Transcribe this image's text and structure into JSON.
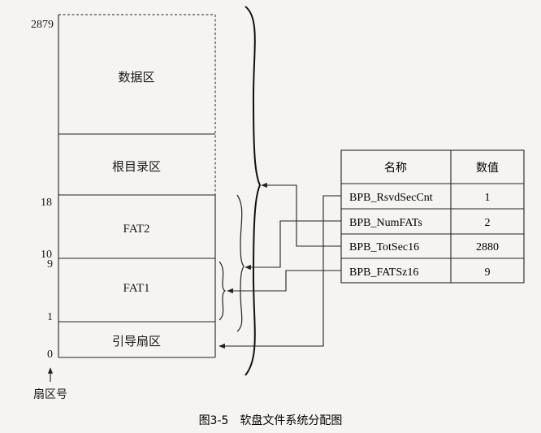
{
  "diagram": {
    "regions": [
      {
        "key": "data",
        "label": "数据区"
      },
      {
        "key": "root",
        "label": "根目录区"
      },
      {
        "key": "fat2",
        "label": "FAT2"
      },
      {
        "key": "fat1",
        "label": "FAT1"
      },
      {
        "key": "boot",
        "label": "引导扇区"
      }
    ],
    "sector_numbers": [
      "2879",
      "18",
      "10",
      "9",
      "1",
      "0"
    ],
    "axis_label": "扇区号",
    "table": {
      "headers": [
        "名称",
        "数值"
      ],
      "rows": [
        [
          "BPB_RsvdSecCnt",
          "1"
        ],
        [
          "BPB_NumFATs",
          "2"
        ],
        [
          "BPB_TotSec16",
          "2880"
        ],
        [
          "BPB_FATSz16",
          "9"
        ]
      ]
    },
    "caption": "图3-5　软盘文件系统分配图"
  }
}
